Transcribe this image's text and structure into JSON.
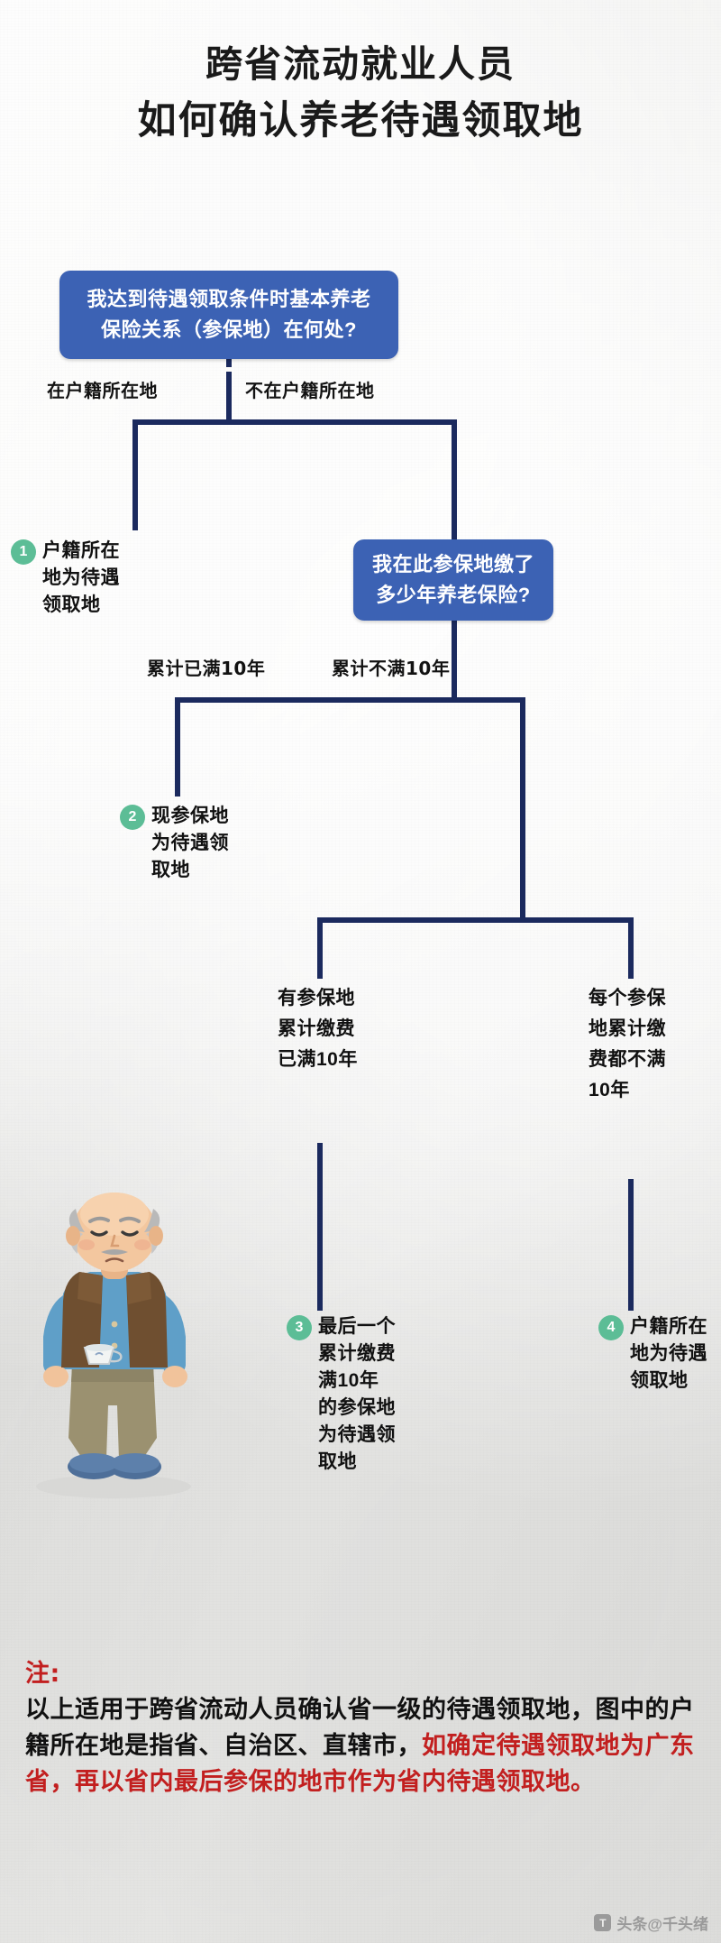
{
  "title": {
    "line1": "跨省流动就业人员",
    "line2": "如何确认养老待遇领取地"
  },
  "colors": {
    "question_box": "#3c62b4",
    "badge_green": "#5cbd96",
    "connector_navy": "#1b2a5e",
    "note_red": "#c21f1f",
    "background": "#eeeeec"
  },
  "flow": {
    "question1": "我达到待遇领取条件时基本养老保险关系（参保地）在何处?",
    "question1_line1": "我达到待遇领取条件时基本养老",
    "question1_line2": "保险关系（参保地）在何处?",
    "question2": "我在此参保地缴了多少年养老保险?",
    "question2_line1": "我在此参保地缴了",
    "question2_line2": "多少年养老保险?",
    "edge_labels": {
      "e1_left": "在户籍所在地",
      "e1_right": "不在户籍所在地",
      "e2_left": "累计已满10年",
      "e2_right": "累计不满10年"
    },
    "column_notes": {
      "left": "有参保地累计缴费已满10年",
      "right": "每个参保地累计缴费都不满10年"
    },
    "results": [
      {
        "num": "1",
        "text": "户籍所在地为待遇领取地"
      },
      {
        "num": "2",
        "text": "现参保地为待遇领取地"
      },
      {
        "num": "3",
        "text": "最后一个累计缴费满10年的参保地为待遇领取地"
      },
      {
        "num": "4",
        "text": "户籍所在地为待遇领取地"
      }
    ]
  },
  "note": {
    "head": "注:",
    "black": "以上适用于跨省流动人员确认省一级的待遇领取地，图中的户籍所在地是指省、自治区、直辖市，",
    "red": "如确定待遇领取地为广东省，再以省内最后参保的地市作为省内待遇领取地。"
  },
  "watermark": {
    "icon": "toutiao-icon",
    "text": "头条@千头绪"
  }
}
